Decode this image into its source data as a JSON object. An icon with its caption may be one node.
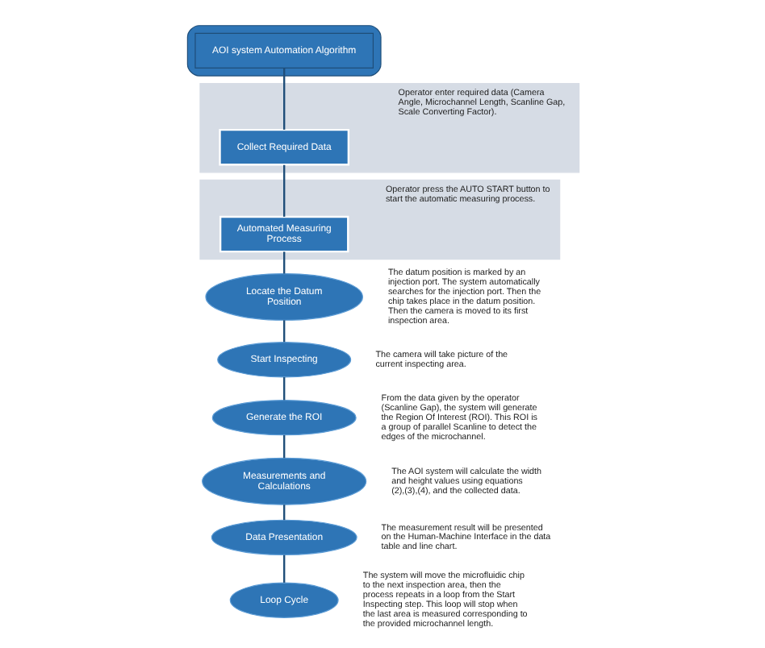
{
  "diagram": {
    "nodes": [
      {
        "text": [],
        "shape": "bar"
      },
      {
        "text": [
          "AOI system Automation Algorithm"
        ],
        "in": 0
      },
      {
        "text": [
          "Operator enter required data (Camera Angle, Microchannel Length, Scanline Gap, Scale Converting Factor)."
        ]
      },
      {
        "text": [
          "Collect Required Data"
        ],
        "in": 2
      },
      {
        "text": [
          "Operator press the AUTO START button to start the automatic measuring process."
        ]
      },
      {
        "text": [
          "Automated Measuring Process"
        ],
        "in": 4
      },
      {
        "text": [
          "Locate the Datum Position"
        ],
        "beside": [
          "The datum position is marked by an injection port. The system automatically searches for the injection port. Then the chip takes place in the datum position. Then the camera is moved to its first inspection area."
        ]
      },
      {
        "text": [
          "Start Inspecting"
        ],
        "beside": [
          "The camera will take picture of the current inspecting area."
        ]
      },
      {
        "text": [
          "Generate the ROI"
        ],
        "beside": [
          "From the data given by the operator (Scanline Gap), the system will generate the Region Of Interest (ROI). This ROI is a group of parallel Scanline to detect the edges of the microchannel."
        ]
      },
      {
        "text": [
          "Measurements and Calculations"
        ],
        "beside": [
          "The AOI system will calculate the width and height values using equations (2),(3),(4), and the collected data."
        ]
      },
      {
        "text": [
          "Data Presentation"
        ],
        "beside": [
          "The measurement result will be presented on the Human-Machine Interface in the data table and line chart."
        ]
      },
      {
        "text": [
          "Loop Cycle"
        ],
        "beside": [
          "The system will move the microfluidic chip to the next inspection area, then the process repeats in a loop from the Start Inspecting step. This loop will stop when the last area is measured corresponding to the provided microchannel length."
        ]
      }
    ],
    "edges": [
      {
        "from": 1,
        "to": 3,
        "arrow": "none"
      },
      {
        "from": 3,
        "to": 5,
        "arrow": "none"
      },
      {
        "from": 5,
        "to": 6,
        "arrow": "none"
      },
      {
        "from": 6,
        "to": 7,
        "arrow": "none"
      },
      {
        "from": 7,
        "to": 8,
        "arrow": "none"
      },
      {
        "from": 8,
        "to": 9,
        "arrow": "none"
      },
      {
        "from": 9,
        "to": 10,
        "arrow": "none"
      },
      {
        "from": 10,
        "to": 11,
        "arrow": "none"
      }
    ]
  }
}
